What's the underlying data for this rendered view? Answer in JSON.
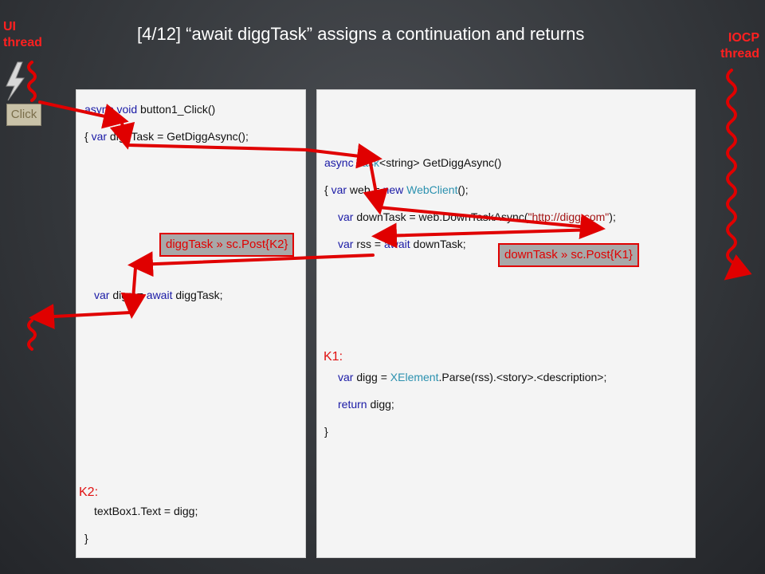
{
  "title": "[4/12] “await diggTask” assigns a continuation and returns",
  "threads": {
    "ui": "UI\nthread",
    "iocp": "IOCP\nthread"
  },
  "click_button": "Click",
  "left_code": {
    "line1": {
      "kw": "async void",
      "rest": " button1_Click()"
    },
    "line2": {
      "brace": "{ ",
      "kw": "var",
      "rest": " diggTask = GetDiggAsync();"
    },
    "line3": {
      "kw": "var",
      "mid": " digg = ",
      "kw2": "await",
      "rest": " diggTask;"
    },
    "k2_label": "K2:",
    "line4": "textBox1.Text = digg;",
    "line5": "}"
  },
  "right_code": {
    "line1": {
      "kw": "async",
      "ty": " Task",
      "rest": "<string> GetDiggAsync()"
    },
    "line2": {
      "brace": "{ ",
      "kw": "var",
      "mid": " web = ",
      "kw2": "new",
      "ty": " WebClient",
      "rest": "();"
    },
    "line3": {
      "kw": "var",
      "mid": " downTask = web.DownTaskAsync(",
      "str": "\"http://digg.com\"",
      "rest": ");"
    },
    "line4": {
      "kw": "var",
      "mid": " rss = ",
      "kw2": "await",
      "rest": " downTask;"
    },
    "k1_label": "K1:",
    "line5": {
      "kw": "var",
      "mid": " digg = ",
      "ty": "XElement",
      "mid2": ".Parse(rss).",
      "tag1": "<story>",
      "dot": ".",
      "tag2": "<description>",
      "rest": ";"
    },
    "line6": {
      "kw": "return",
      "rest": " digg;"
    },
    "line7": "}"
  },
  "callouts": {
    "k2": "diggTask » sc.Post{K2}",
    "k1": "downTask » sc.Post{K1}"
  },
  "colors": {
    "arrow": "#e00000",
    "keyword": "#1a1aa6",
    "type": "#2b91af"
  }
}
